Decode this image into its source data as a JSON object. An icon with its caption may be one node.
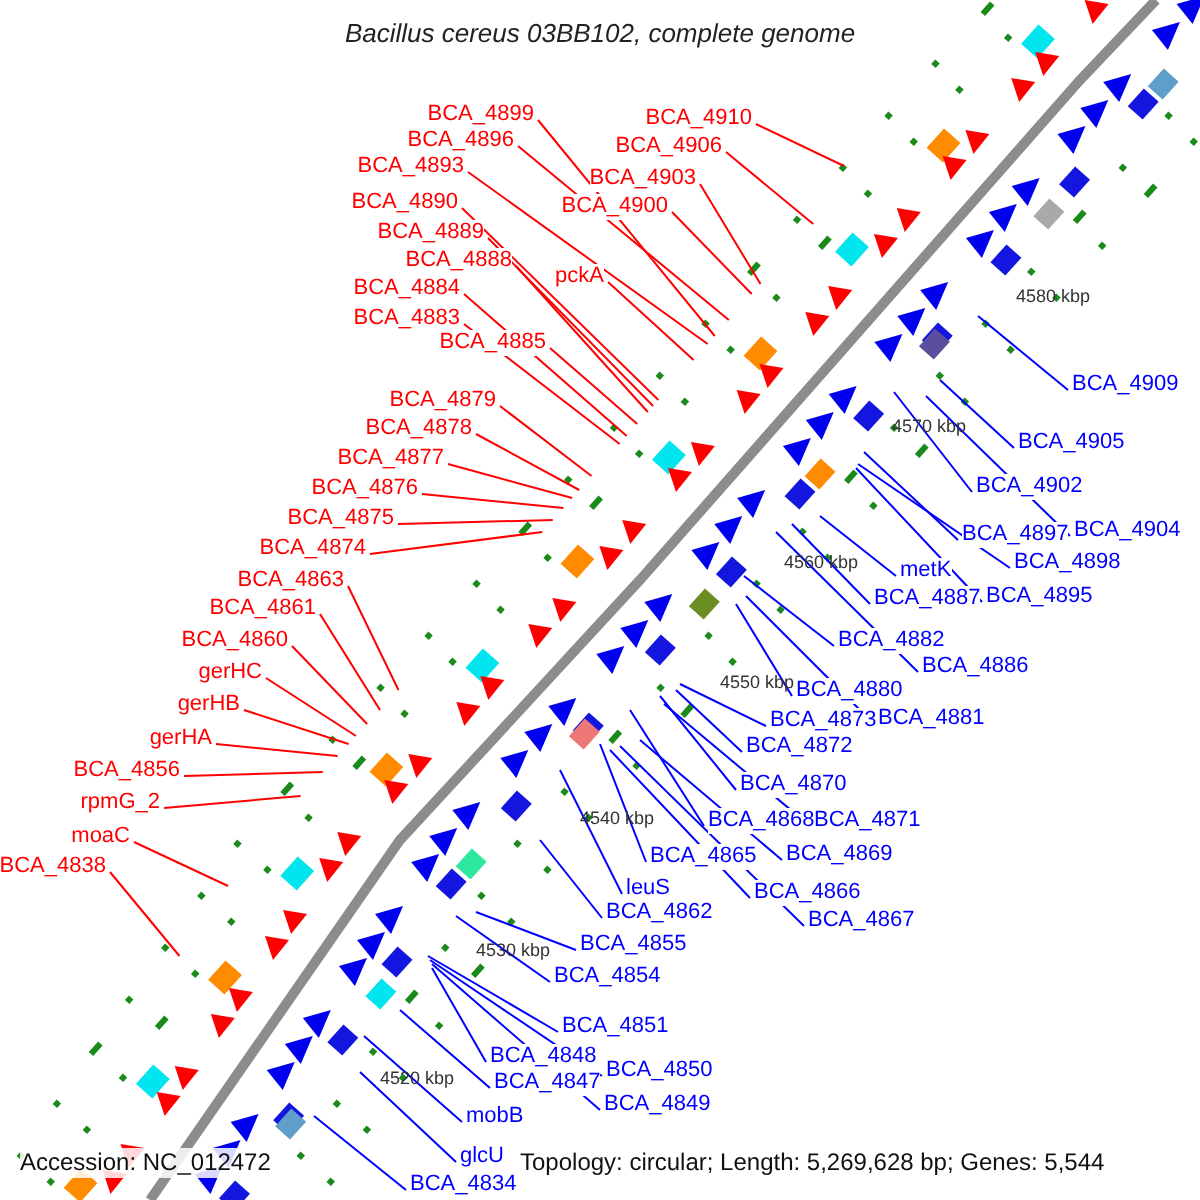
{
  "diagram": {
    "title": "Bacillus cereus 03BB102, complete genome",
    "nodes": [
      {
        "text": [
          "BCA_4899"
        ]
      },
      {
        "text": [
          "BCA_4910"
        ]
      },
      {
        "text": [
          "BCA_4896"
        ]
      },
      {
        "text": [
          "BCA_4906"
        ]
      },
      {
        "text": [
          "BCA_4893"
        ]
      },
      {
        "text": [
          "BCA_4903"
        ]
      },
      {
        "text": [
          "BCA_4890"
        ]
      },
      {
        "text": [
          "BCA_4900"
        ]
      },
      {
        "text": [
          "BCA_4889"
        ]
      },
      {
        "text": [
          "BCA_4888"
        ]
      },
      {
        "text": [
          "pckA"
        ]
      },
      {
        "text": [
          "BCA_4884"
        ]
      },
      {
        "text": [
          "BCA_4883"
        ]
      },
      {
        "text": [
          "BCA_4885"
        ]
      },
      {
        "text": [
          "BCA_4879"
        ]
      },
      {
        "text": [
          "BCA_4878"
        ]
      },
      {
        "text": [
          "BCA_4877"
        ]
      },
      {
        "text": [
          "BCA_4876"
        ]
      },
      {
        "text": [
          "BCA_4875"
        ]
      },
      {
        "text": [
          "BCA_4874"
        ]
      },
      {
        "text": [
          "BCA_4863"
        ]
      },
      {
        "text": [
          "BCA_4861"
        ]
      },
      {
        "text": [
          "BCA_4860"
        ]
      },
      {
        "text": [
          "gerHC"
        ]
      },
      {
        "text": [
          "gerHB"
        ]
      },
      {
        "text": [
          "gerHA"
        ]
      },
      {
        "text": [
          "BCA_4856"
        ]
      },
      {
        "text": [
          "rpmG_2"
        ]
      },
      {
        "text": [
          "moaC"
        ]
      },
      {
        "text": [
          "BCA_4838"
        ]
      },
      {
        "text": [
          "BCA_4909"
        ]
      },
      {
        "text": [
          "BCA_4905"
        ]
      },
      {
        "text": [
          "BCA_4902"
        ]
      },
      {
        "text": [
          "BCA_4904"
        ]
      },
      {
        "text": [
          "BCA_4897"
        ]
      },
      {
        "text": [
          "BCA_4898"
        ]
      },
      {
        "text": [
          "metK"
        ]
      },
      {
        "text": [
          "BCA_4895"
        ]
      },
      {
        "text": [
          "BCA_4887"
        ]
      },
      {
        "text": [
          "BCA_4882"
        ]
      },
      {
        "text": [
          "BCA_4886"
        ]
      },
      {
        "text": [
          "BCA_4880"
        ]
      },
      {
        "text": [
          "BCA_4881"
        ]
      },
      {
        "text": [
          "BCA_4873"
        ]
      },
      {
        "text": [
          "BCA_4872"
        ]
      },
      {
        "text": [
          "BCA_4870"
        ]
      },
      {
        "text": [
          "BCA_4868"
        ]
      },
      {
        "text": [
          "BCA_4871"
        ]
      },
      {
        "text": [
          "BCA_4869"
        ]
      },
      {
        "text": [
          "BCA_4865"
        ]
      },
      {
        "text": [
          "leuS"
        ]
      },
      {
        "text": [
          "BCA_4866"
        ]
      },
      {
        "text": [
          "BCA_4862"
        ]
      },
      {
        "text": [
          "BCA_4867"
        ]
      },
      {
        "text": [
          "BCA_4855"
        ]
      },
      {
        "text": [
          "BCA_4854"
        ]
      },
      {
        "text": [
          "BCA_4851"
        ]
      },
      {
        "text": [
          "BCA_4848"
        ]
      },
      {
        "text": [
          "BCA_4850"
        ]
      },
      {
        "text": [
          "BCA_4847"
        ]
      },
      {
        "text": [
          "BCA_4849"
        ]
      },
      {
        "text": [
          "mobB"
        ]
      },
      {
        "text": [
          "glcU"
        ]
      },
      {
        "text": [
          "BCA_4834"
        ]
      }
    ],
    "edges": [
      {
        "from": 0,
        "to": null,
        "arrow": "none",
        "color": "#ff0000"
      },
      {
        "from": 1,
        "to": null,
        "arrow": "none",
        "color": "#ff0000"
      },
      {
        "from": 2,
        "to": null,
        "arrow": "none",
        "color": "#ff0000"
      },
      {
        "from": 3,
        "to": null,
        "arrow": "none",
        "color": "#ff0000"
      },
      {
        "from": 4,
        "to": null,
        "arrow": "none",
        "color": "#ff0000"
      },
      {
        "from": 5,
        "to": null,
        "arrow": "none",
        "color": "#ff0000"
      },
      {
        "from": 6,
        "to": null,
        "arrow": "none",
        "color": "#ff0000"
      },
      {
        "from": 7,
        "to": null,
        "arrow": "none",
        "color": "#ff0000"
      },
      {
        "from": 8,
        "to": null,
        "arrow": "none",
        "color": "#ff0000"
      },
      {
        "from": 9,
        "to": null,
        "arrow": "none",
        "color": "#ff0000"
      },
      {
        "from": 10,
        "to": null,
        "arrow": "none",
        "color": "#ff0000"
      },
      {
        "from": 11,
        "to": null,
        "arrow": "none",
        "color": "#ff0000"
      },
      {
        "from": 12,
        "to": null,
        "arrow": "none",
        "color": "#ff0000"
      },
      {
        "from": 13,
        "to": null,
        "arrow": "none",
        "color": "#ff0000"
      },
      {
        "from": 14,
        "to": null,
        "arrow": "none",
        "color": "#ff0000"
      },
      {
        "from": 15,
        "to": null,
        "arrow": "none",
        "color": "#ff0000"
      },
      {
        "from": 16,
        "to": null,
        "arrow": "none",
        "color": "#ff0000"
      },
      {
        "from": 17,
        "to": null,
        "arrow": "none",
        "color": "#ff0000"
      },
      {
        "from": 18,
        "to": null,
        "arrow": "none",
        "color": "#ff0000"
      },
      {
        "from": 19,
        "to": null,
        "arrow": "none",
        "color": "#ff0000"
      },
      {
        "from": 20,
        "to": null,
        "arrow": "none",
        "color": "#ff0000"
      },
      {
        "from": 21,
        "to": null,
        "arrow": "none",
        "color": "#ff0000"
      },
      {
        "from": 22,
        "to": null,
        "arrow": "none",
        "color": "#ff0000"
      },
      {
        "from": 23,
        "to": null,
        "arrow": "none",
        "color": "#ff0000"
      },
      {
        "from": 24,
        "to": null,
        "arrow": "none",
        "color": "#ff0000"
      },
      {
        "from": 25,
        "to": null,
        "arrow": "none",
        "color": "#ff0000"
      },
      {
        "from": 26,
        "to": null,
        "arrow": "none",
        "color": "#ff0000"
      },
      {
        "from": 27,
        "to": null,
        "arrow": "none",
        "color": "#ff0000"
      },
      {
        "from": 28,
        "to": null,
        "arrow": "none",
        "color": "#ff0000"
      },
      {
        "from": 29,
        "to": null,
        "arrow": "none",
        "color": "#ff0000"
      },
      {
        "from": 30,
        "to": null,
        "arrow": "none"
      },
      {
        "from": 31,
        "to": null,
        "arrow": "none"
      },
      {
        "from": 32,
        "to": null,
        "arrow": "none"
      },
      {
        "from": 33,
        "to": null,
        "arrow": "none"
      },
      {
        "from": 34,
        "to": null,
        "arrow": "none"
      },
      {
        "from": 35,
        "to": null,
        "arrow": "none"
      },
      {
        "from": 36,
        "to": null,
        "arrow": "none"
      },
      {
        "from": 37,
        "to": null,
        "arrow": "none"
      },
      {
        "from": 38,
        "to": null,
        "arrow": "none"
      },
      {
        "from": 39,
        "to": null,
        "arrow": "none"
      },
      {
        "from": 40,
        "to": null,
        "arrow": "none"
      },
      {
        "from": 41,
        "to": null,
        "arrow": "none"
      },
      {
        "from": 42,
        "to": null,
        "arrow": "none"
      },
      {
        "from": 43,
        "to": null,
        "arrow": "none"
      },
      {
        "from": 44,
        "to": null,
        "arrow": "none"
      },
      {
        "from": 45,
        "to": null,
        "arrow": "none"
      },
      {
        "from": 46,
        "to": null,
        "arrow": "none"
      },
      {
        "from": 47,
        "to": null,
        "arrow": "none"
      },
      {
        "from": 48,
        "to": null,
        "arrow": "none"
      },
      {
        "from": 49,
        "to": null,
        "arrow": "none"
      },
      {
        "from": 50,
        "to": null,
        "arrow": "none"
      },
      {
        "from": 51,
        "to": null,
        "arrow": "none"
      },
      {
        "from": 52,
        "to": null,
        "arrow": "none"
      },
      {
        "from": 53,
        "to": null,
        "arrow": "none"
      },
      {
        "from": 54,
        "to": null,
        "arrow": "none"
      },
      {
        "from": 55,
        "to": null,
        "arrow": "none"
      },
      {
        "from": 56,
        "to": null,
        "arrow": "none"
      },
      {
        "from": 57,
        "to": null,
        "arrow": "none"
      },
      {
        "from": 58,
        "to": null,
        "arrow": "none"
      },
      {
        "from": 59,
        "to": null,
        "arrow": "none"
      },
      {
        "from": 60,
        "to": null,
        "arrow": "none"
      },
      {
        "from": 61,
        "to": null,
        "arrow": "none"
      },
      {
        "from": 62,
        "to": null,
        "arrow": "none"
      },
      {
        "from": 63,
        "to": null,
        "arrow": "none"
      }
    ],
    "labels": [
      "4580 kbp",
      "4570 kbp",
      "4560 kbp",
      "4550 kbp",
      "4540 kbp",
      "4530 kbp",
      "4520 kbp",
      "Accession: NC_012472",
      "Topology: circular; Length: 5,269,628 bp; Genes: 5,544"
    ]
  }
}
